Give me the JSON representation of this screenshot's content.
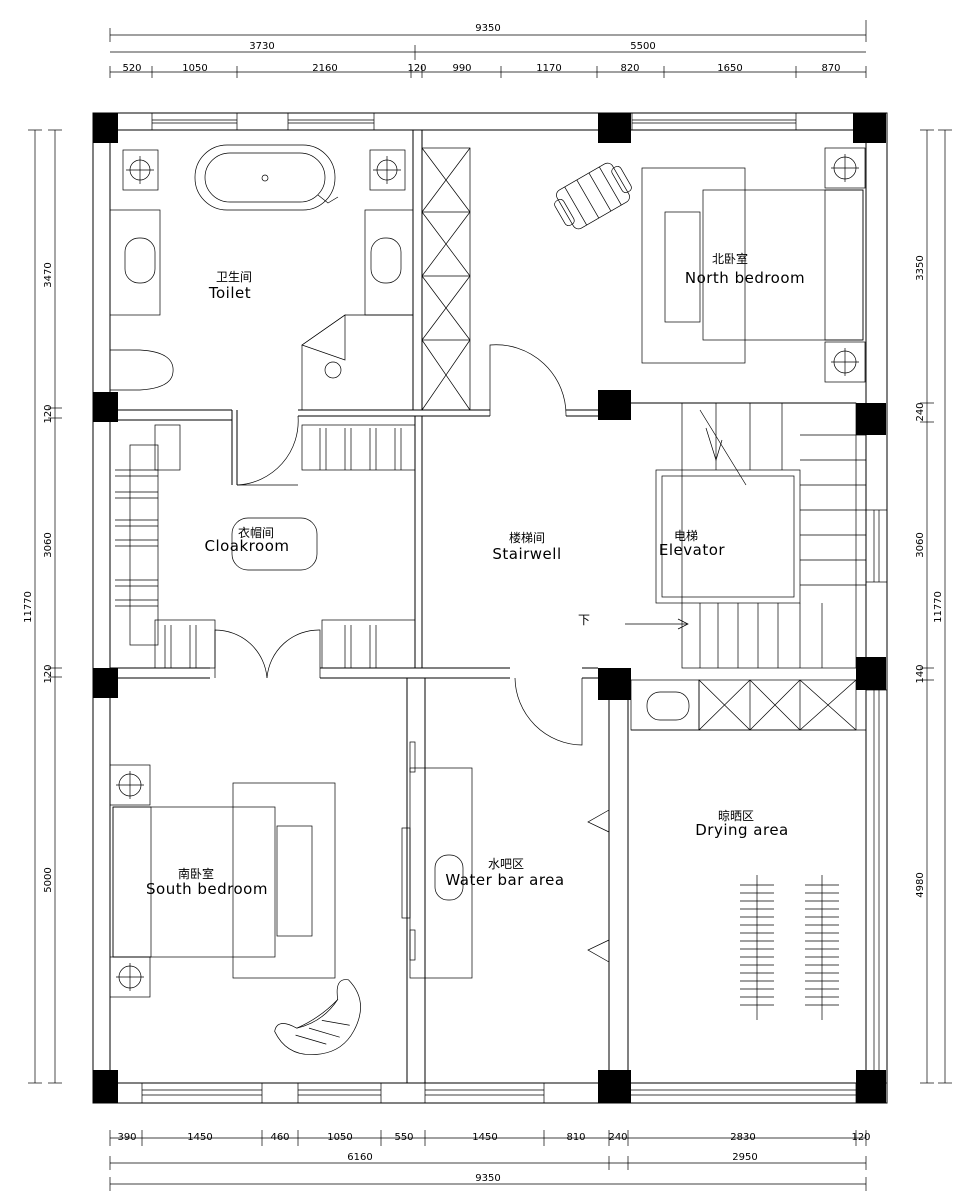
{
  "dims": {
    "top_total": "9350",
    "top_left_group": "3730",
    "top_right_group": "5500",
    "top_segments": [
      "520",
      "1050",
      "2160",
      "120",
      "990",
      "1170",
      "820",
      "1650",
      "870"
    ],
    "bottom_segments": [
      "390",
      "1450",
      "460",
      "1050",
      "550",
      "1450",
      "810",
      "240",
      "2830",
      "120"
    ],
    "bottom_left_group": "6160",
    "bottom_right_group": "2950",
    "bottom_total": "9350",
    "left_segments": [
      "3470",
      "120",
      "3060",
      "120",
      "5000"
    ],
    "left_total": "11770",
    "right_segments": [
      "3350",
      "240",
      "3060",
      "140",
      "4980"
    ],
    "right_total": "11770"
  },
  "rooms": {
    "toilet": {
      "cn": "卫生间",
      "en": "Toilet"
    },
    "north_bedroom": {
      "cn": "北卧室",
      "en": "North bedroom"
    },
    "cloakroom": {
      "cn": "衣帽间",
      "en": "Cloakroom"
    },
    "stairwell": {
      "cn": "楼梯间",
      "en": "Stairwell"
    },
    "elevator": {
      "cn": "电梯",
      "en": "Elevator"
    },
    "stair_down": "下",
    "south_bedroom": {
      "cn": "南卧室",
      "en": "South bedroom"
    },
    "water_bar": {
      "cn": "水吧区",
      "en": "Water bar area"
    },
    "drying_area": {
      "cn": "晾晒区",
      "en": "Drying area"
    }
  }
}
